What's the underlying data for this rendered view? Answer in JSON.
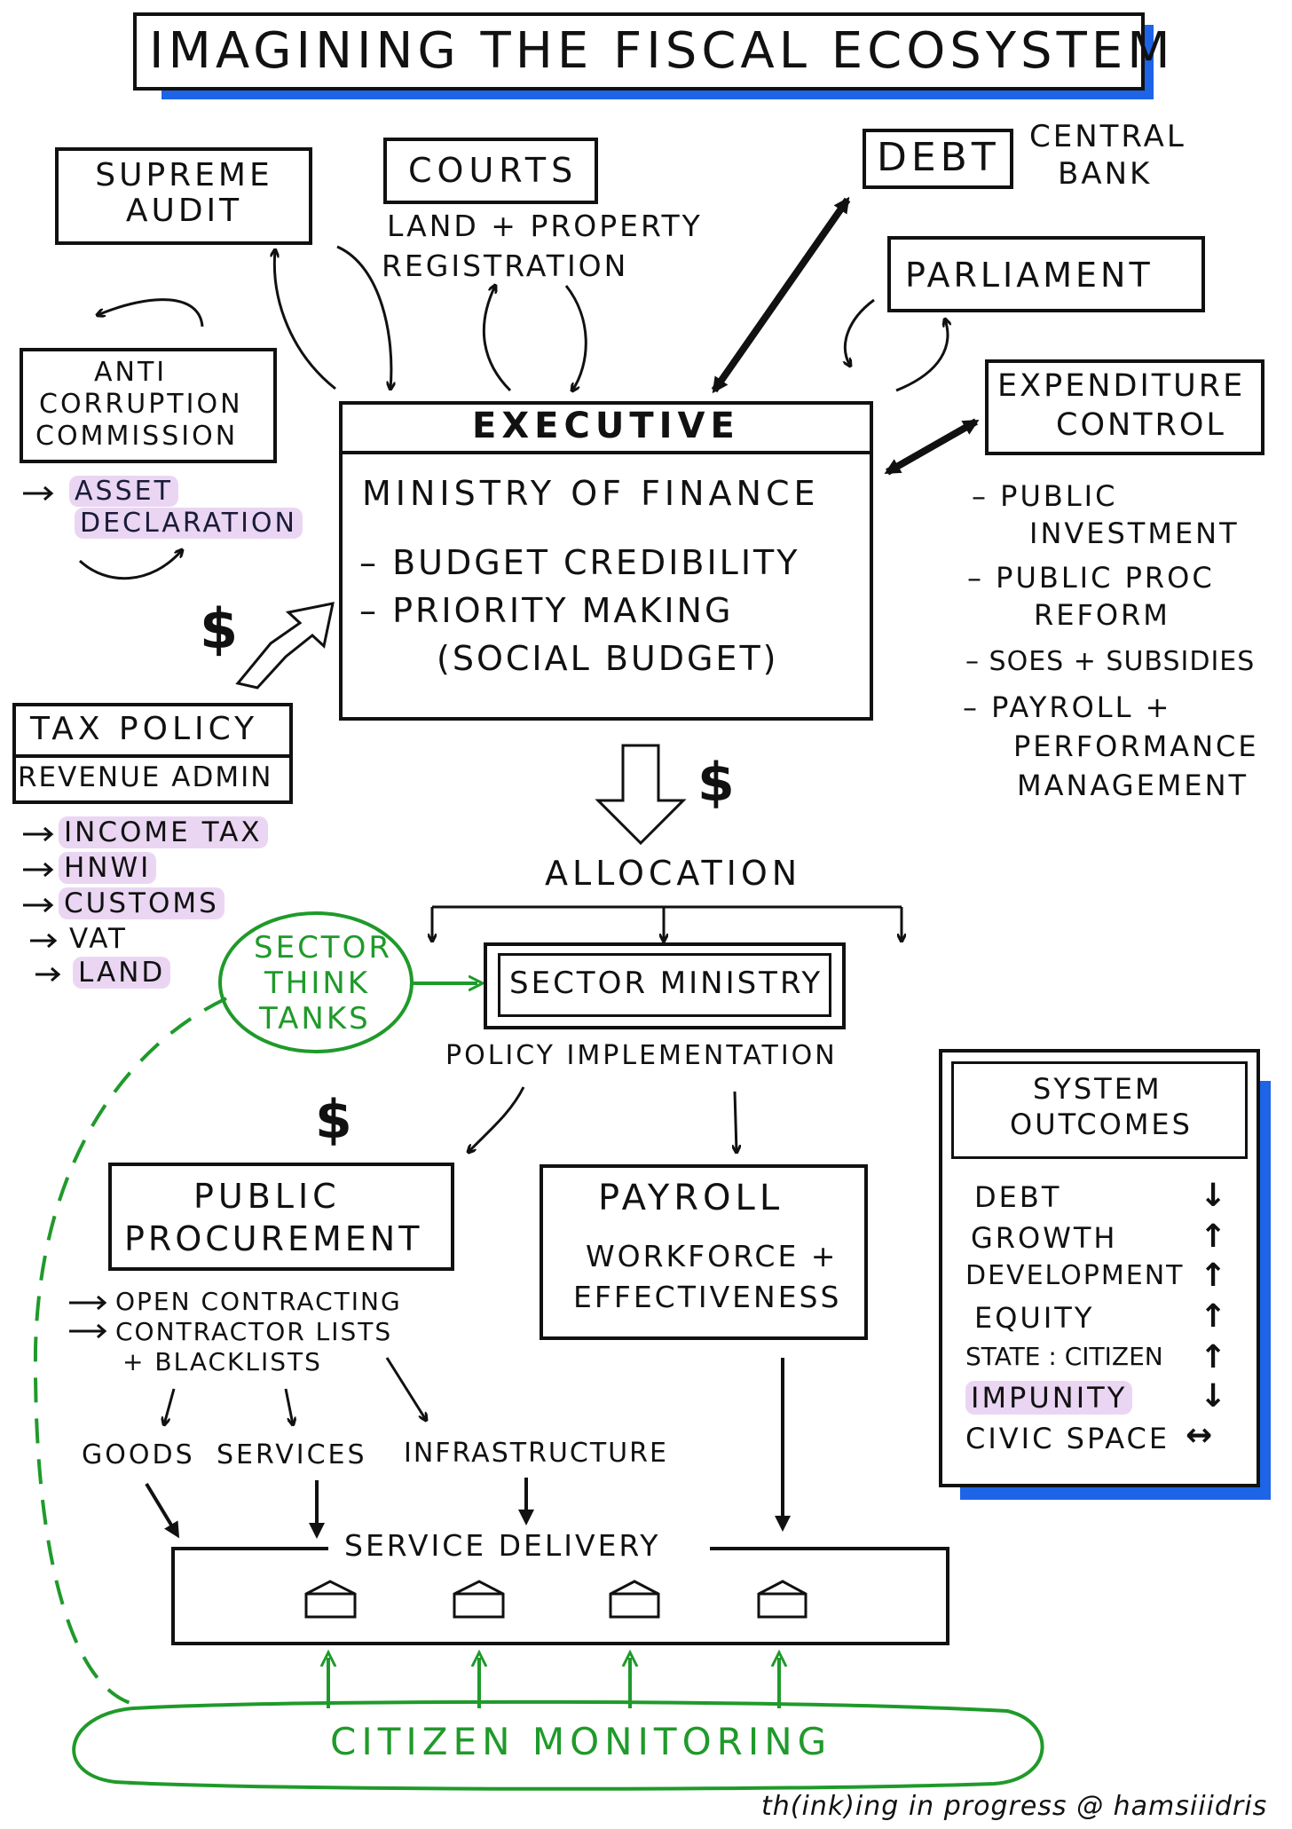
{
  "title": "IMAGINING THE FISCAL ECOSYSTEM",
  "colors": {
    "ink": "#111111",
    "accent_blue": "#1e64e6",
    "green": "#1f9a2a",
    "highlight": "#ead6f2"
  },
  "top": {
    "supreme_audit": "SUPREME AUDIT",
    "courts": "COURTS",
    "courts_note_1": "LAND + PROPERTY",
    "courts_note_2": "REGISTRATION",
    "debt": "DEBT",
    "central_bank_1": "CENTRAL",
    "central_bank_2": "BANK",
    "parliament": "PARLIAMENT",
    "anti_corruption_1": "ANTI",
    "anti_corruption_2": "CORRUPTION",
    "anti_corruption_3": "COMMISSION",
    "asset_declaration_1": "ASSET",
    "asset_declaration_2": "DECLARATION"
  },
  "executive": {
    "header": "EXECUTIVE",
    "ministry": "MINISTRY OF FINANCE",
    "items": [
      "BUDGET CREDIBILITY",
      "PRIORITY MAKING",
      "(SOCIAL BUDGET)"
    ]
  },
  "expenditure_control": {
    "title_1": "EXPENDITURE",
    "title_2": "CONTROL",
    "items": [
      [
        "PUBLIC",
        "INVESTMENT"
      ],
      [
        "PUBLIC PROC",
        "REFORM"
      ],
      [
        "SOES + SUBSIDIES"
      ],
      [
        "PAYROLL +",
        "PERFORMANCE",
        "MANAGEMENT"
      ]
    ]
  },
  "tax": {
    "policy": "TAX POLICY",
    "revenue_admin": "REVENUE ADMIN",
    "items": [
      "INCOME TAX",
      "HNWI",
      "CUSTOMS",
      "VAT",
      "LAND"
    ]
  },
  "dollar": "$",
  "allocation": "ALLOCATION",
  "sector_think_tanks": [
    "SECTOR",
    "THINK",
    "TANKS"
  ],
  "sector_ministry": "SECTOR MINISTRY",
  "policy_implementation": "POLICY IMPLEMENTATION",
  "public_procurement": {
    "title_1": "PUBLIC",
    "title_2": "PROCUREMENT",
    "items": [
      "OPEN CONTRACTING",
      "CONTRACTOR LISTS",
      "+ BLACKLISTS"
    ]
  },
  "payroll": {
    "title": "PAYROLL",
    "sub_1": "WORKFORCE +",
    "sub_2": "EFFECTIVENESS"
  },
  "goods": "GOODS",
  "services": "SERVICES",
  "infrastructure": "INFRASTRUCTURE",
  "service_delivery": "SERVICE DELIVERY",
  "citizen_monitoring": "CITIZEN MONITORING",
  "system_outcomes": {
    "title_1": "SYSTEM",
    "title_2": "OUTCOMES",
    "items": [
      {
        "label": "DEBT",
        "trend": "↓"
      },
      {
        "label": "GROWTH",
        "trend": "↑"
      },
      {
        "label": "DEVELOPMENT",
        "trend": "↑"
      },
      {
        "label": "EQUITY",
        "trend": "↑"
      },
      {
        "label": "STATE : CITIZEN",
        "trend": "↑"
      },
      {
        "label": "IMPUNITY",
        "trend": "↓"
      },
      {
        "label": "CIVIC SPACE",
        "trend": "↔"
      }
    ]
  },
  "credit": "th(ink)ing in progress @ hamsiiidris"
}
